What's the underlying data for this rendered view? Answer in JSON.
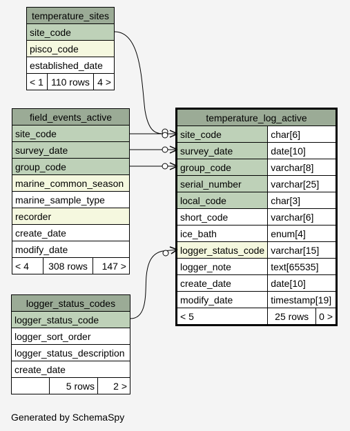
{
  "temperature_sites": {
    "title": "temperature_sites",
    "columns": [
      "site_code",
      "pisco_code",
      "established_date"
    ],
    "footer": {
      "left": "< 1",
      "rows": "110 rows",
      "right": "4 >"
    }
  },
  "field_events_active": {
    "title": "field_events_active",
    "columns": [
      "site_code",
      "survey_date",
      "group_code",
      "marine_common_season",
      "marine_sample_type",
      "recorder",
      "create_date",
      "modify_date"
    ],
    "footer": {
      "left": "< 4",
      "rows": "308 rows",
      "right": "147 >"
    }
  },
  "logger_status_codes": {
    "title": "logger_status_codes",
    "columns": [
      "logger_status_code",
      "logger_sort_order",
      "logger_status_description",
      "create_date"
    ],
    "footer": {
      "left": "",
      "rows": "5 rows",
      "right": "2 >"
    }
  },
  "temperature_log_active": {
    "title": "temperature_log_active",
    "columns": [
      {
        "name": "site_code",
        "type": "char[6]"
      },
      {
        "name": "survey_date",
        "type": "date[10]"
      },
      {
        "name": "group_code",
        "type": "varchar[8]"
      },
      {
        "name": "serial_number",
        "type": "varchar[25]"
      },
      {
        "name": "local_code",
        "type": "char[3]"
      },
      {
        "name": "short_code",
        "type": "varchar[6]"
      },
      {
        "name": "ice_bath",
        "type": "enum[4]"
      },
      {
        "name": "logger_status_code",
        "type": "varchar[15]"
      },
      {
        "name": "logger_note",
        "type": "text[65535]"
      },
      {
        "name": "create_date",
        "type": "date[10]"
      },
      {
        "name": "modify_date",
        "type": "timestamp[19]"
      }
    ],
    "footer": {
      "left": "< 5",
      "rows": "25 rows",
      "right": "0 >"
    }
  },
  "footer_text": "Generated by SchemaSpy"
}
